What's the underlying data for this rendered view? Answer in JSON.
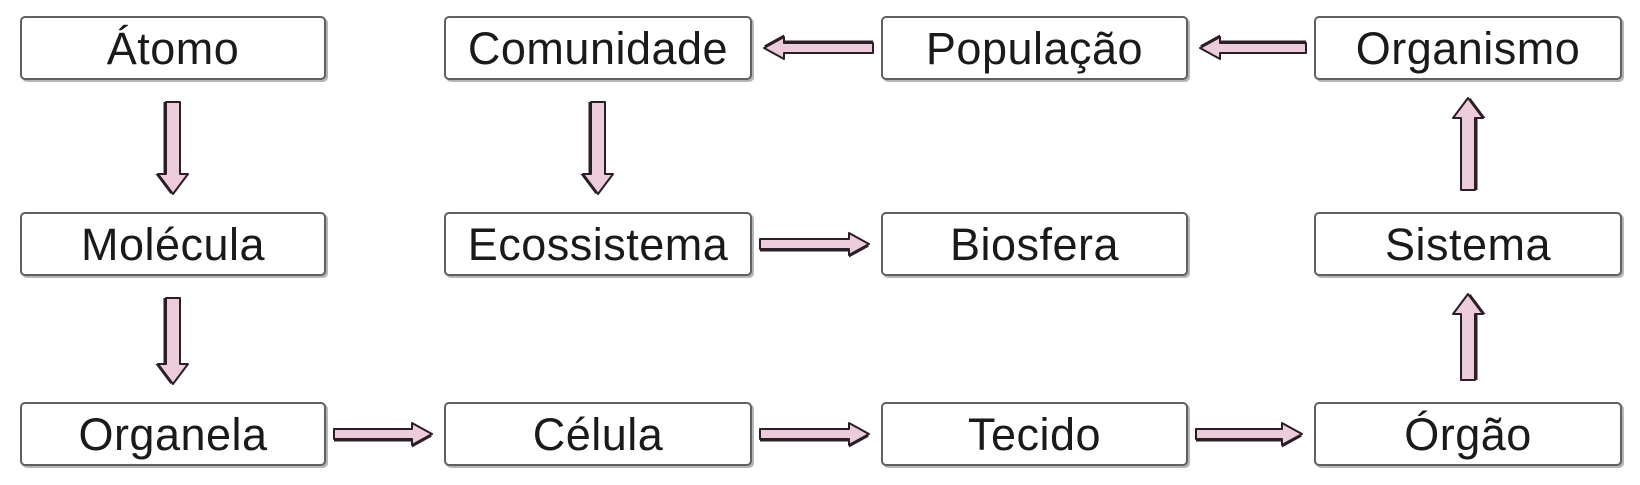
{
  "diagram": {
    "language": "pt",
    "nodes": [
      {
        "id": "atomo",
        "label": "Átomo",
        "row": 0,
        "col": 0
      },
      {
        "id": "comunidade",
        "label": "Comunidade",
        "row": 0,
        "col": 1
      },
      {
        "id": "populacao",
        "label": "População",
        "row": 0,
        "col": 2
      },
      {
        "id": "organismo",
        "label": "Organismo",
        "row": 0,
        "col": 3
      },
      {
        "id": "molecula",
        "label": "Molécula",
        "row": 1,
        "col": 0
      },
      {
        "id": "ecossistema",
        "label": "Ecossistema",
        "row": 1,
        "col": 1
      },
      {
        "id": "biosfera",
        "label": "Biosfera",
        "row": 1,
        "col": 2
      },
      {
        "id": "sistema",
        "label": "Sistema",
        "row": 1,
        "col": 3
      },
      {
        "id": "organela",
        "label": "Organela",
        "row": 2,
        "col": 0
      },
      {
        "id": "celula",
        "label": "Célula",
        "row": 2,
        "col": 1
      },
      {
        "id": "tecido",
        "label": "Tecido",
        "row": 2,
        "col": 2
      },
      {
        "id": "orgao",
        "label": "Órgão",
        "row": 2,
        "col": 3
      }
    ],
    "connections": [
      {
        "from": "atomo",
        "to": "molecula",
        "direction": "down"
      },
      {
        "from": "molecula",
        "to": "organela",
        "direction": "down"
      },
      {
        "from": "organela",
        "to": "celula",
        "direction": "right"
      },
      {
        "from": "celula",
        "to": "tecido",
        "direction": "right"
      },
      {
        "from": "tecido",
        "to": "orgao",
        "direction": "right"
      },
      {
        "from": "orgao",
        "to": "sistema",
        "direction": "up"
      },
      {
        "from": "sistema",
        "to": "organismo",
        "direction": "up"
      },
      {
        "from": "organismo",
        "to": "populacao",
        "direction": "left"
      },
      {
        "from": "populacao",
        "to": "comunidade",
        "direction": "left"
      },
      {
        "from": "comunidade",
        "to": "ecossistema",
        "direction": "down"
      },
      {
        "from": "ecossistema",
        "to": "biosfera",
        "direction": "right"
      }
    ],
    "colors": {
      "background": "#ffffff",
      "box_fill": "#ffffff",
      "box_border": "#606060",
      "text": "#1a1a1a",
      "arrow_fill": "#ecccda",
      "arrow_outline": "#2b1e28"
    }
  }
}
